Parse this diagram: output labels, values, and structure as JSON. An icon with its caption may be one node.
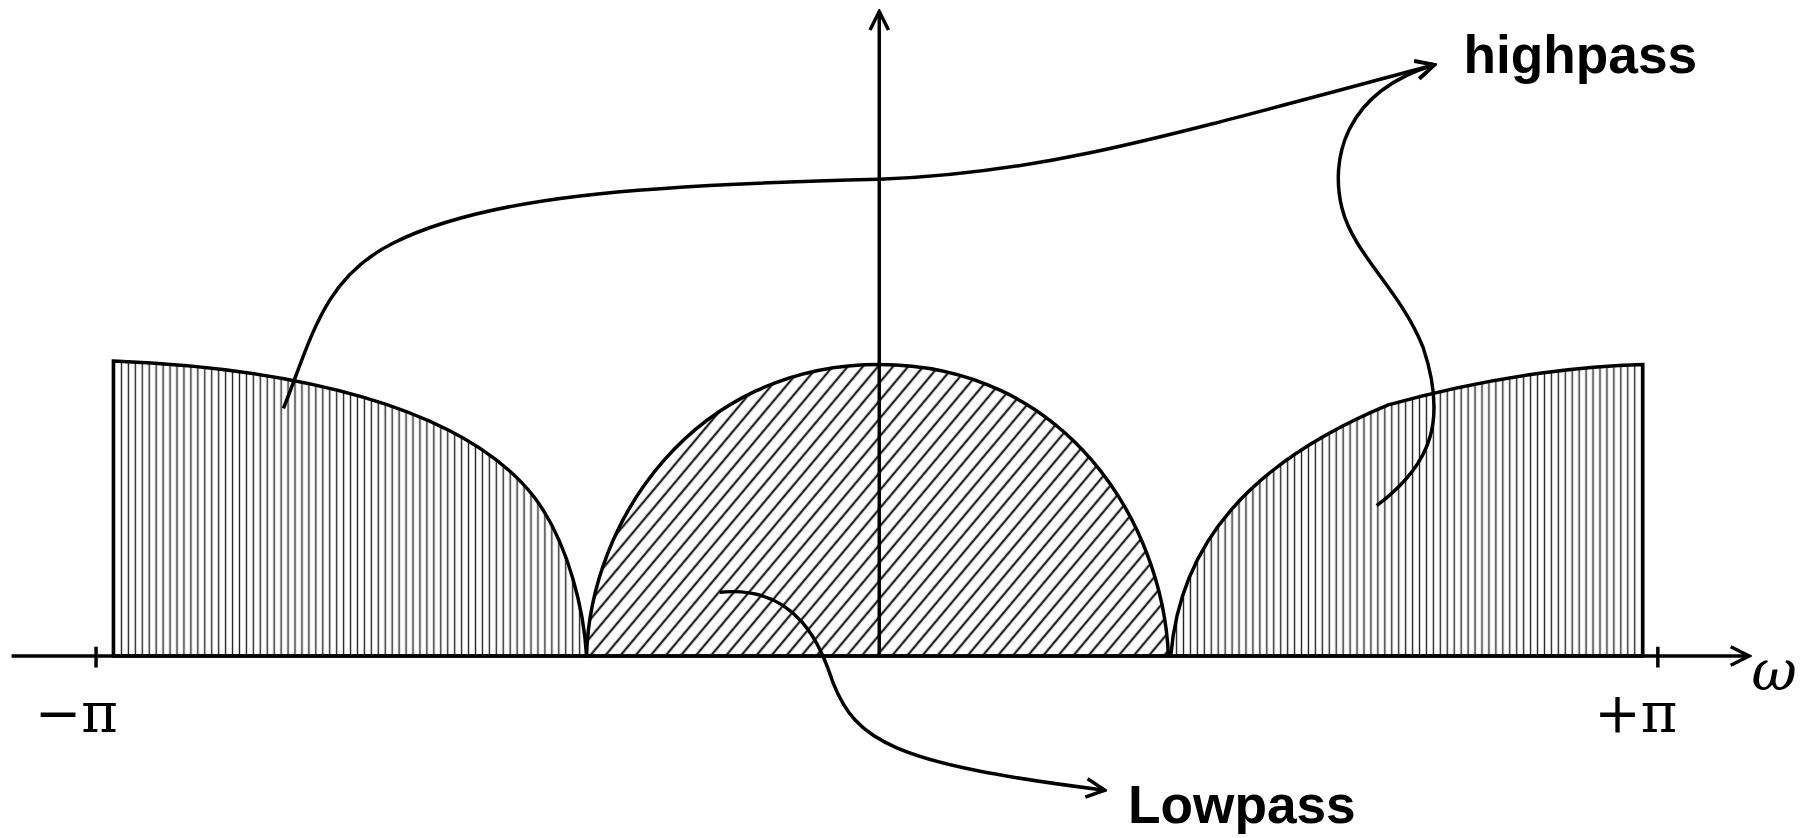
{
  "diagram": {
    "nodes": [
      {
        "text": [
          "highpass"
        ]
      },
      {
        "text": [],
        "shape": "box"
      },
      {
        "text": [],
        "shape": "semicircle"
      },
      {
        "text": [],
        "shape": "box"
      },
      {
        "text": [
          "Lowpass"
        ]
      }
    ],
    "edges": [
      {
        "from": 1,
        "to": 0,
        "arrow": "to"
      },
      {
        "from": 3,
        "to": 0,
        "arrow": "to"
      },
      {
        "from": 2,
        "to": 4,
        "arrow": "to"
      }
    ],
    "labels": [
      "−π",
      "+π",
      "ω"
    ]
  }
}
